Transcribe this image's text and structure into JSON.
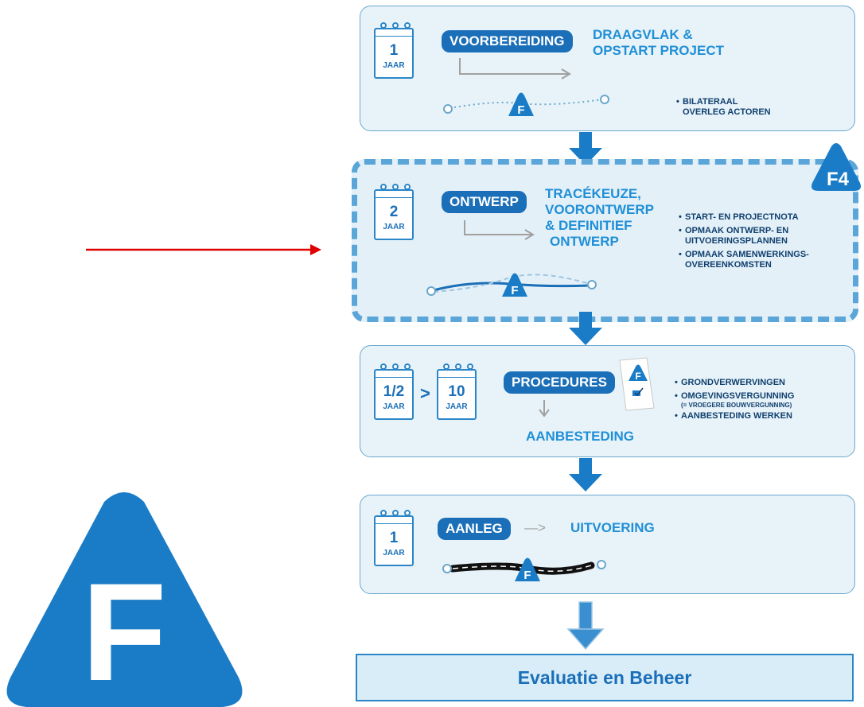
{
  "stages": [
    {
      "id": "voorbereiding",
      "duration": "1",
      "unit": "JAAR",
      "phase": "VOORBEREIDING",
      "headline": [
        "DRAAGVLAK &",
        "OPSTART PROJECT"
      ],
      "bullets": [
        [
          "BILATERAAL",
          "OVERLEG ACTOREN"
        ]
      ]
    },
    {
      "id": "ontwerp",
      "duration": "2",
      "unit": "JAAR",
      "phase": "ONTWERP",
      "headline": [
        "TRACÉKEUZE,",
        "VOORONTWERP",
        "& DEFINITIEF",
        "ONTWERP"
      ],
      "badge": "F4",
      "bullets": [
        [
          "START- EN PROJECTNOTA"
        ],
        [
          "OPMAAK ONTWERP- EN",
          "UITVOERINGSPLANNEN"
        ],
        [
          "OPMAAK SAMENWERKINGS-",
          "OVEREENKOMSTEN"
        ]
      ]
    },
    {
      "id": "procedures",
      "duration_min": "1/2",
      "duration_max": "10",
      "range_symbol": ">",
      "unit": "JAAR",
      "phase": "PROCEDURES",
      "headline": [
        "AANBESTEDING"
      ],
      "bullets": [
        [
          "GRONDVERWERVINGEN"
        ],
        [
          "OMGEVINGSVERGUNNING"
        ],
        [
          "AANBESTEDING WERKEN"
        ]
      ],
      "note": "(= VROEGERE BOUWVERGUNNING)"
    },
    {
      "id": "aanleg",
      "duration": "1",
      "unit": "JAAR",
      "phase": "AANLEG",
      "arrow": "—>",
      "headline": [
        "UITVOERING"
      ]
    }
  ],
  "logo_letter": "F",
  "final_step": "Evaluatie en Beheer",
  "colors": {
    "brand_blue": "#1a6fb8",
    "light_blue": "#1f8fd6",
    "panel_bg": "#e8f3f9",
    "pointer_red": "#e00000"
  }
}
